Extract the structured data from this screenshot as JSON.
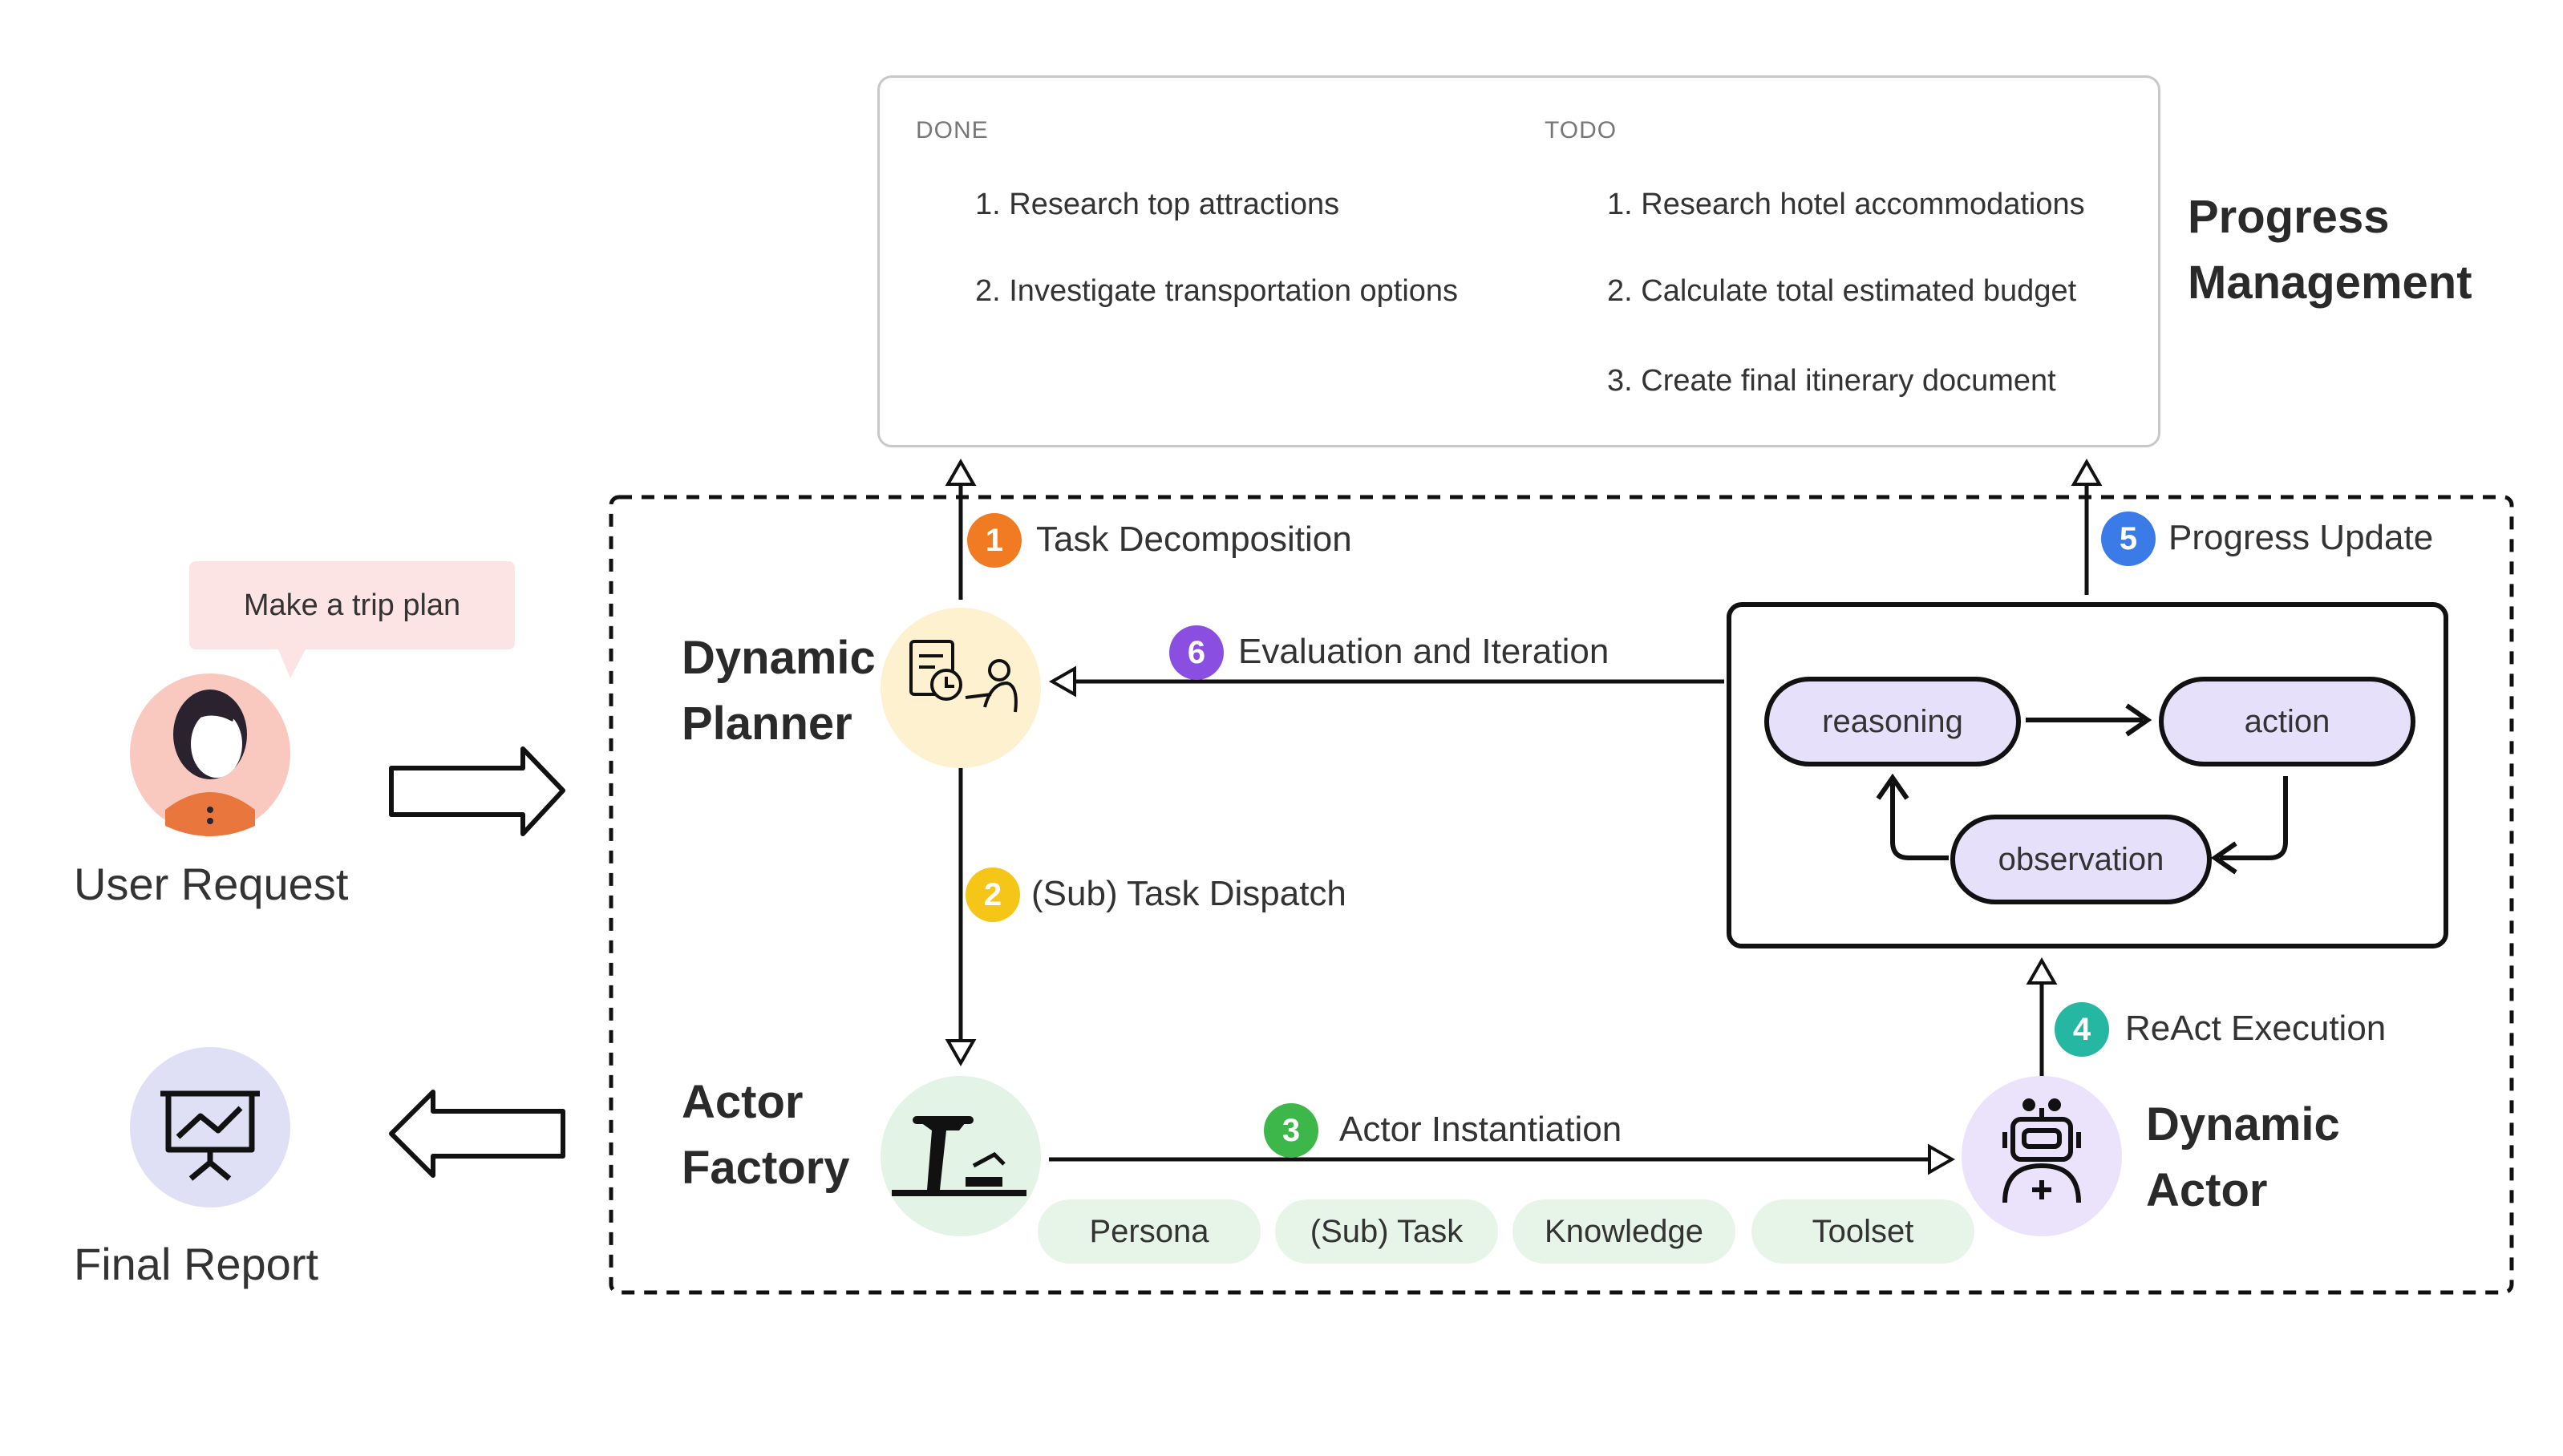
{
  "progress": {
    "title_line1": "Progress",
    "title_line2": "Management",
    "done_label": "DONE",
    "todo_label": "TODO",
    "done_items": [
      "1. Research top attractions",
      "2. Investigate transportation options"
    ],
    "todo_items": [
      "1. Research hotel accommodations",
      "2. Calculate total estimated  budget",
      "3. Create final itinerary document"
    ]
  },
  "user": {
    "speech": "Make a trip plan",
    "label": "User Request"
  },
  "report": {
    "label": "Final Report"
  },
  "planner": {
    "line1": "Dynamic",
    "line2": "Planner"
  },
  "factory": {
    "line1": "Actor",
    "line2": "Factory"
  },
  "actor": {
    "line1": "Dynamic",
    "line2": "Actor"
  },
  "steps": [
    {
      "num": "1",
      "label": "Task Decomposition",
      "color": "#f07b22"
    },
    {
      "num": "2",
      "label": "(Sub) Task Dispatch",
      "color": "#f5c518"
    },
    {
      "num": "3",
      "label": "Actor Instantiation",
      "color": "#3db64a"
    },
    {
      "num": "4",
      "label": "ReAct Execution",
      "color": "#26b7a3"
    },
    {
      "num": "5",
      "label": "Progress Update",
      "color": "#3b7be8"
    },
    {
      "num": "6",
      "label": "Evaluation and Iteration",
      "color": "#8a4fe0"
    }
  ],
  "components": [
    "Persona",
    "(Sub) Task",
    "Knowledge",
    "Toolset"
  ],
  "react_loop": {
    "reasoning": "reasoning",
    "action": "action",
    "observation": "observation"
  },
  "colors": {
    "planner_circle": "#fdf1cf",
    "factory_circle": "#e3f3e6",
    "actor_circle": "#ebe3fb",
    "user_circle": "#f9c9bf",
    "report_circle": "#dfe0f6",
    "pill_green": "#e6f5e8",
    "loop_purple": "#e6e0fb"
  }
}
